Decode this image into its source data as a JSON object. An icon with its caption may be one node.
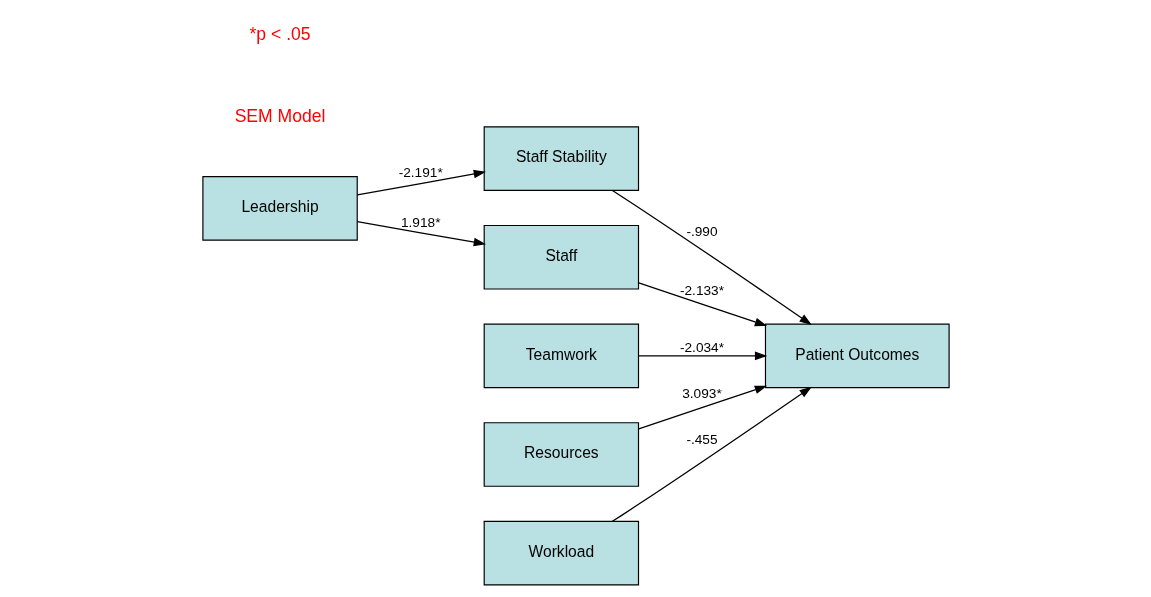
{
  "diagram": {
    "nodes": [
      {
        "text": [
          "Leadership"
        ]
      },
      {
        "text": [
          "Staff Stability"
        ]
      },
      {
        "text": [
          "Staff"
        ]
      },
      {
        "text": [
          "Teamwork"
        ]
      },
      {
        "text": [
          "Patient Outcomes"
        ]
      },
      {
        "text": [
          "Resources"
        ]
      },
      {
        "text": [
          "Workload"
        ]
      }
    ],
    "edges": [
      {
        "from": 0,
        "to": 1,
        "arrow": "to",
        "label": "-2.191*"
      },
      {
        "from": 0,
        "to": 2,
        "arrow": "to",
        "label": "1.918*"
      },
      {
        "from": 1,
        "to": 4,
        "arrow": "to",
        "label": "-.990"
      },
      {
        "from": 2,
        "to": 4,
        "arrow": "to",
        "label": "-2.133*"
      },
      {
        "from": 3,
        "to": 4,
        "arrow": "to",
        "label": "-2.034*"
      },
      {
        "from": 5,
        "to": 4,
        "arrow": "to",
        "label": "3.093*"
      },
      {
        "from": 6,
        "to": 4,
        "arrow": "to",
        "label": "-.455"
      }
    ],
    "labels": [
      "SEM Model",
      "*p < .05"
    ]
  }
}
